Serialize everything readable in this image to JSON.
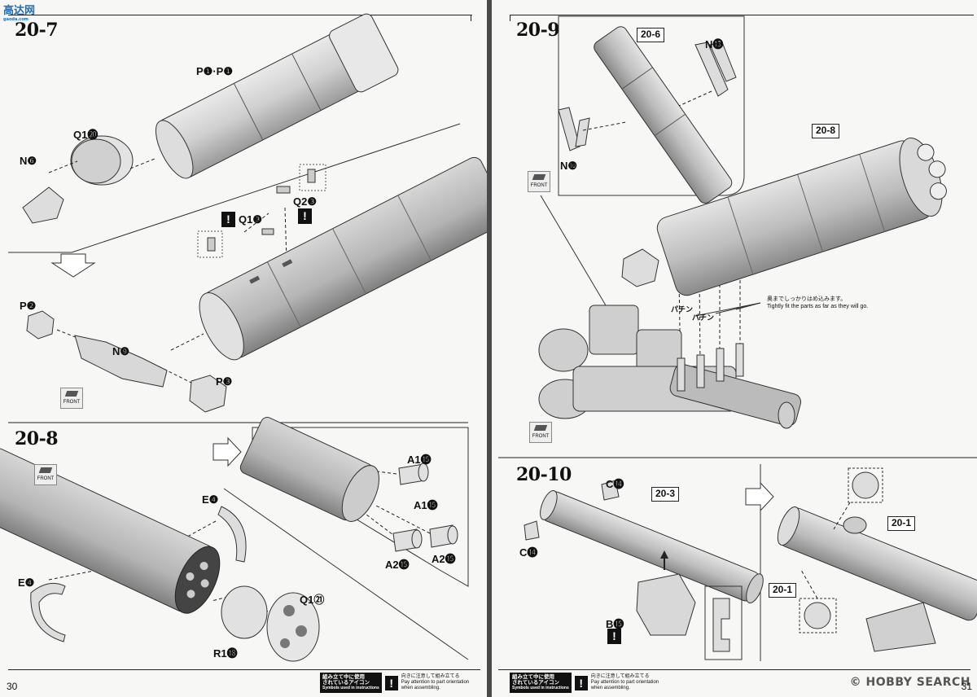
{
  "watermark": {
    "brand": "高达网",
    "sub": "gaoda.com"
  },
  "left_page": {
    "step_top": "20-7",
    "step_bottom": "20-8",
    "page_number": "30",
    "labels": {
      "p1": "P❶·P❶",
      "q1_20": "Q1⓴",
      "n6": "N❻",
      "q1_3": "Q1❸",
      "q2_3": "Q2❸",
      "p2": "P❷",
      "n9": "N❾",
      "p3": "P❸",
      "e4_top": "E❹",
      "e4_left": "E❹",
      "a1_15_top": "A1⓯",
      "a1_15_mid": "A1⓯",
      "a2_15_left": "A2⓯",
      "a2_15_right": "A2⓯",
      "q1_21": "Q1㉑",
      "r1_18": "R1⓲"
    },
    "front_label": "FRONT"
  },
  "right_page": {
    "step_top": "20-9",
    "step_bottom": "20-10",
    "page_number": "31",
    "refs": {
      "r20_6": "20-6",
      "r20_8": "20-8",
      "r20_3": "20-3",
      "r20_1_top": "20-1",
      "r20_1_left": "20-1"
    },
    "labels": {
      "n13": "N⓭",
      "n10": "N❿",
      "c14_top": "C⓮",
      "c14_left": "C⓮",
      "b15": "B⓯"
    },
    "note_jp": "奥までしっかりはめ込みます。",
    "note_en": "Tightly fit the parts as far as they will go.",
    "snap": "パチン",
    "front_label": "FRONT"
  },
  "legend": {
    "title_jp_1": "組み立て中に使用",
    "title_jp_2": "されているアイコン",
    "title_en": "Symbols used in instructions",
    "warn_symbol": "!",
    "desc_jp": "向きに注意して組み立てる",
    "desc_en_1": "Pay attention to part orientation",
    "desc_en_2": "when assembling."
  },
  "warning_symbol": "!",
  "hobby_search": "HOBBY SEARCH",
  "copyright_mark": "©"
}
